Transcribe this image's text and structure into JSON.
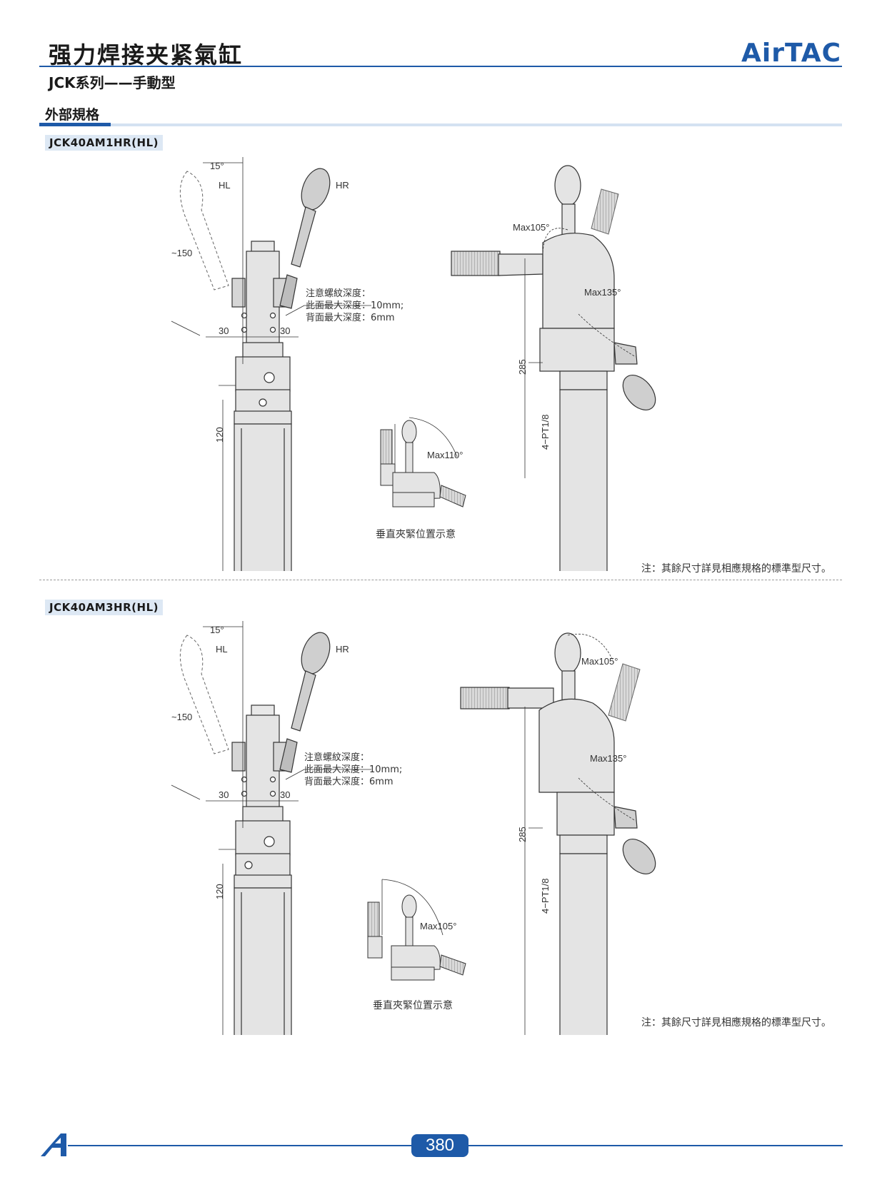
{
  "header": {
    "title": "强力焊接夹紧氣缸",
    "subtitle": "JCK系列——手動型",
    "brand": "AirTAC",
    "accent_color": "#1e5aa8"
  },
  "section": {
    "label": "外部規格"
  },
  "drawings": [
    {
      "model": "JCK40AM1HR(HL)",
      "labels": {
        "angle_top": "15°",
        "hl": "HL",
        "hr": "HR",
        "len": "~150",
        "dim30_left": "30",
        "dim30_right": "30",
        "dim120": "120",
        "dim285": "285",
        "port": "4−PT1/8",
        "max_top": "Max105°",
        "max_side": "Max135°",
        "max_vertical": "Max110°"
      },
      "note_lines": [
        "注意螺紋深度：",
        "此面最大深度：10mm;",
        "背面最大深度：6mm"
      ],
      "caption": "垂直夾緊位置示意",
      "bottom_note": "注：其餘尺寸詳見相應規格的標準型尺寸。"
    },
    {
      "model": "JCK40AM3HR(HL)",
      "labels": {
        "angle_top": "15°",
        "hl": "HL",
        "hr": "HR",
        "len": "~150",
        "dim30_left": "30",
        "dim30_right": "30",
        "dim120": "120",
        "dim285": "285",
        "port": "4−PT1/8",
        "max_top": "Max105°",
        "max_side": "Max135°",
        "max_vertical": "Max105°"
      },
      "note_lines": [
        "注意螺紋深度：",
        "此面最大深度：10mm;",
        "背面最大深度：6mm"
      ],
      "caption": "垂直夾緊位置示意",
      "bottom_note": "注：其餘尺寸詳見相應規格的標準型尺寸。"
    }
  ],
  "footer": {
    "page_number": "380"
  }
}
